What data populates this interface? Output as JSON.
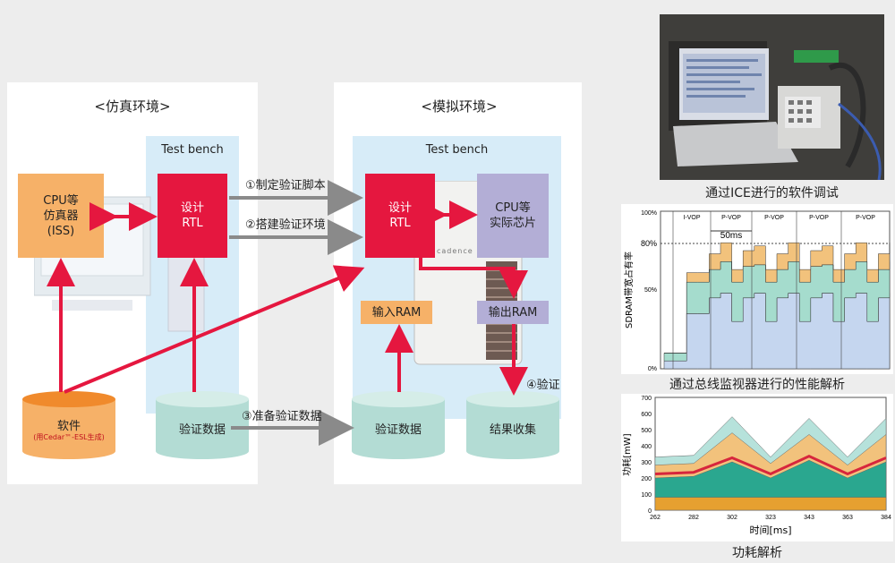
{
  "sim": {
    "title": "<仿真环境>",
    "testbench": "Test bench",
    "cpu_box": [
      "CPU等",
      "仿真器",
      "(ISS)"
    ],
    "rtl_box": [
      "设计",
      "RTL"
    ],
    "software": "软件",
    "software_sub": "(用Cedar™-ESL生成)",
    "verify_data": "验证数据"
  },
  "emu": {
    "title": "<模拟环境>",
    "testbench": "Test bench",
    "rtl_box": [
      "设计",
      "RTL"
    ],
    "cpu_box": [
      "CPU等",
      "实际芯片"
    ],
    "input_ram": "输入RAM",
    "output_ram": "输出RAM",
    "verify_data": "验证数据",
    "result": "结果收集",
    "logo": "cadence"
  },
  "arrows": {
    "a1": "①制定验证脚本",
    "a2": "②搭建验证环境",
    "a3": "③准备验证数据",
    "a4": "④验证"
  },
  "right": {
    "photo_caption": "通过ICE进行的软件调试",
    "bw_caption": "通过总线监视器进行的性能解析",
    "power_caption": "功耗解析"
  },
  "chart_data": [
    {
      "type": "area",
      "ylabel": "SDRAM带宽占有率",
      "yticks": [
        "100%",
        "80%",
        "50%",
        "0%"
      ],
      "phases": [
        "I-VOP",
        "P-VOP",
        "P-VOP",
        "P-VOP",
        "P-VOP"
      ],
      "annotation": "50ms",
      "reference_line": "80%",
      "series": [
        {
          "values": [
            5,
            5,
            35,
            35,
            45,
            48,
            30,
            45,
            48,
            30,
            45,
            48,
            30,
            45,
            48,
            30,
            45,
            48,
            30,
            45,
            48
          ]
        },
        {
          "values": [
            5,
            5,
            20,
            20,
            18,
            20,
            25,
            20,
            18,
            25,
            18,
            20,
            25,
            20,
            18,
            25,
            18,
            20,
            25,
            18,
            20
          ]
        },
        {
          "values": [
            0,
            0,
            6,
            6,
            10,
            12,
            8,
            10,
            12,
            8,
            10,
            12,
            8,
            10,
            12,
            8,
            10,
            12,
            8,
            10,
            12
          ]
        }
      ],
      "colors": [
        "#c5d6ef",
        "#a5dccd",
        "#f2c27c"
      ]
    },
    {
      "type": "area",
      "ylabel": "功耗[mW]",
      "xlabel": "时间[ms]",
      "x": [
        262,
        282,
        302,
        323,
        343,
        363,
        384
      ],
      "ylim": [
        0,
        700
      ],
      "yticks": [
        0,
        100,
        200,
        300,
        400,
        500,
        600,
        700
      ],
      "series": [
        {
          "values": [
            80,
            80,
            80,
            80,
            80,
            80,
            80
          ]
        },
        {
          "values": [
            200,
            210,
            300,
            200,
            310,
            200,
            300
          ]
        },
        {
          "values": [
            280,
            290,
            480,
            290,
            470,
            280,
            470
          ]
        },
        {
          "values": [
            330,
            340,
            580,
            330,
            570,
            330,
            570
          ]
        }
      ],
      "colors": [
        "#e6a030",
        "#2aa78f",
        "#d7263d",
        "#c8ddef",
        "#b6e2db"
      ]
    }
  ]
}
